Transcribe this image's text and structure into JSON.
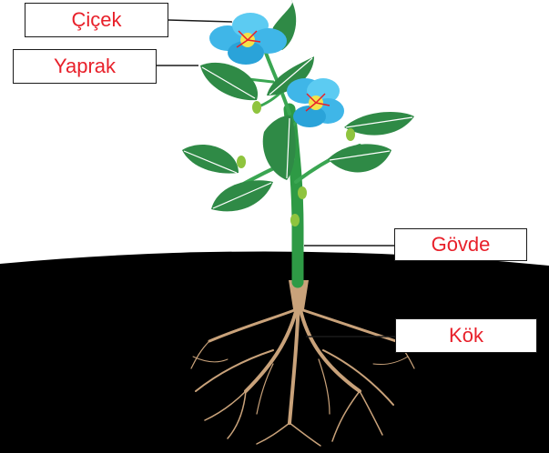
{
  "colors": {
    "label_text": "#e8202a",
    "soil": "#000000",
    "stem": "#2e9a45",
    "leaf": "#2f8a46",
    "petal": "#3fb6e8",
    "root": "#c9a27a"
  },
  "labels": {
    "flower": "Çiçek",
    "leaf": "Yaprak",
    "stem": "Gövde",
    "root": "Kök"
  }
}
